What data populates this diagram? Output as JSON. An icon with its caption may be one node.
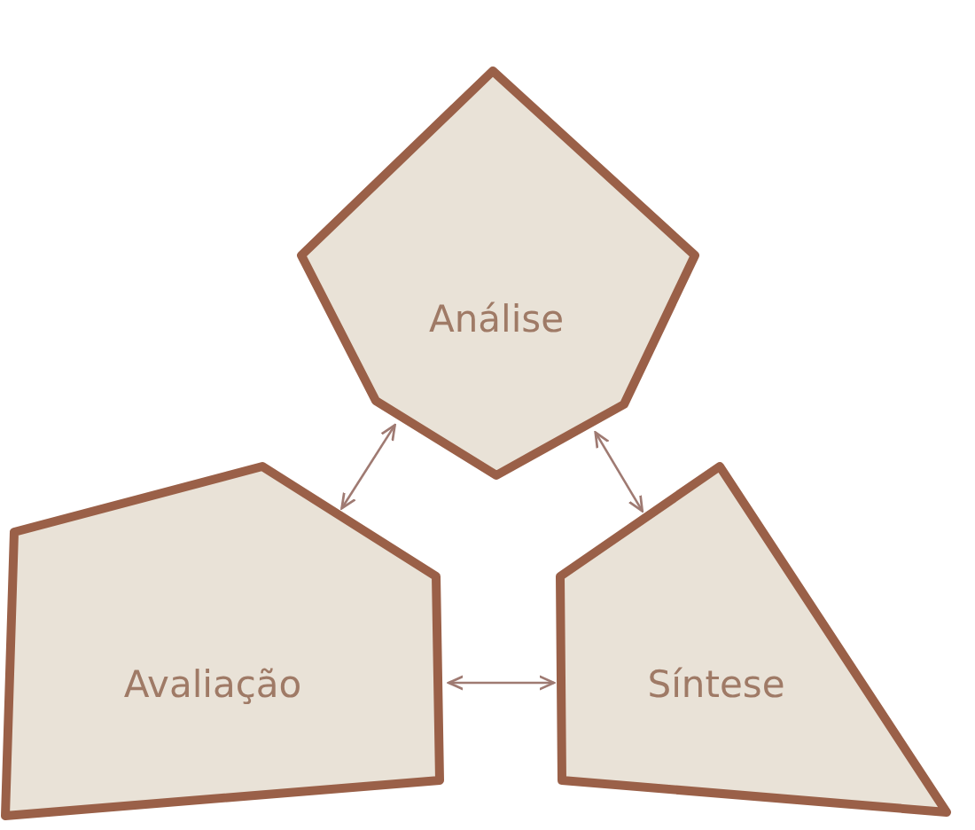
{
  "diagram": {
    "nodes": [
      {
        "text": [
          "Análise"
        ]
      },
      {
        "text": [
          "Avaliação"
        ]
      },
      {
        "text": [
          "Síntese"
        ]
      }
    ],
    "edges": [
      {
        "from": 0,
        "to": 1,
        "arrow": "both"
      },
      {
        "from": 0,
        "to": 2,
        "arrow": "both"
      },
      {
        "from": 1,
        "to": 2,
        "arrow": "both"
      }
    ]
  }
}
